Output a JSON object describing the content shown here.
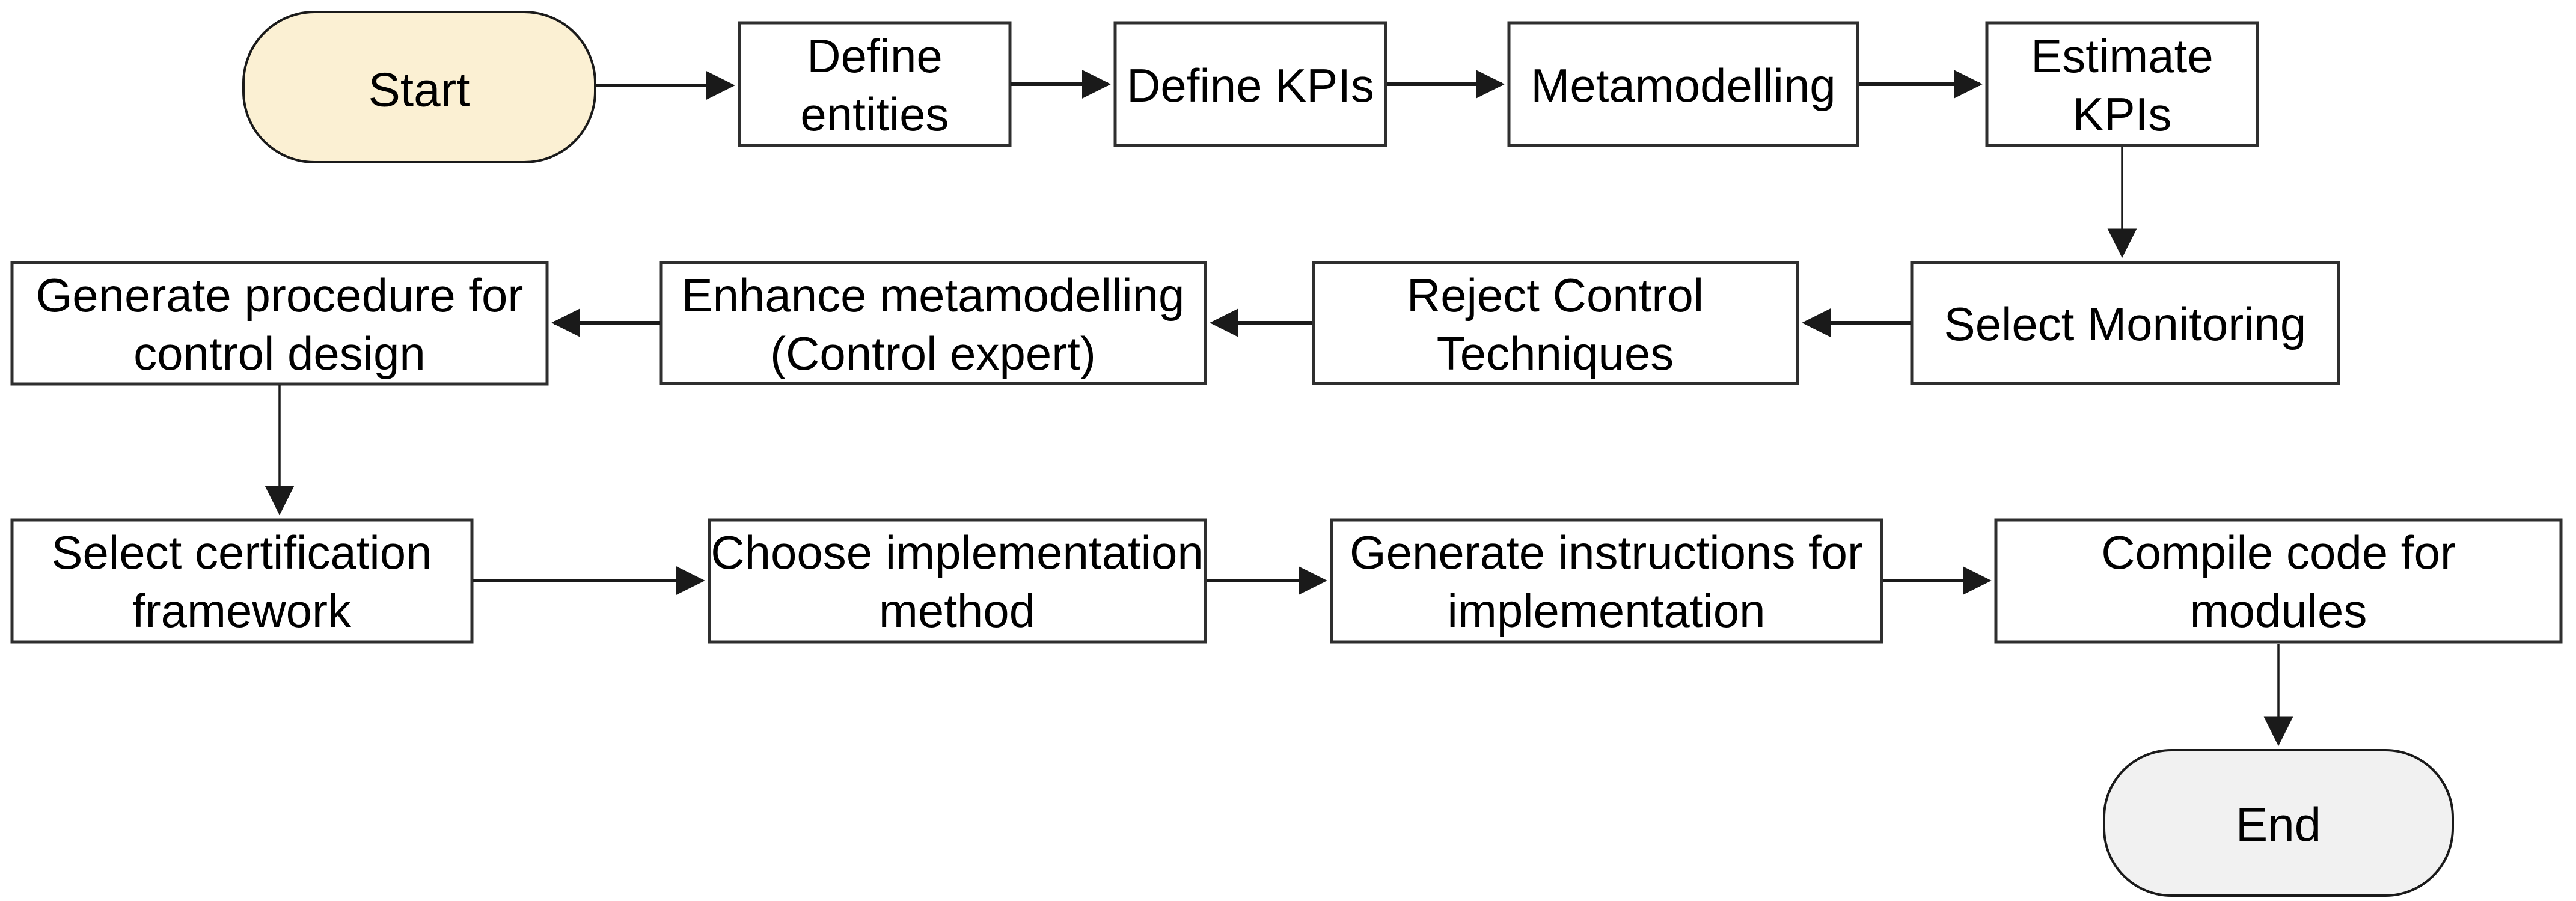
{
  "diagram": {
    "type": "flowchart",
    "background": "#ffffff",
    "colors": {
      "process_fill": "#ffffff",
      "process_border": "#2f2f2f",
      "start_fill": "#FBF0D3",
      "end_fill": "#F1F1F1",
      "terminator_border": "#1a1a1a",
      "arrow": "#1a1a1a",
      "text": "#000000"
    },
    "nodes": {
      "start": {
        "label": "Start",
        "shape": "terminator"
      },
      "define_entities": {
        "line1": "Define",
        "line2": "entities",
        "shape": "process"
      },
      "define_kpis": {
        "line1": "Define KPIs",
        "shape": "process"
      },
      "metamodelling": {
        "line1": "Metamodelling",
        "shape": "process"
      },
      "estimate_kpis": {
        "line1": "Estimate",
        "line2": "KPIs",
        "shape": "process"
      },
      "select_monitoring": {
        "line1": "Select Monitoring",
        "shape": "process"
      },
      "reject_control_techniques": {
        "line1": "Reject Control",
        "line2": "Techniques",
        "shape": "process"
      },
      "enhance_metamodelling": {
        "line1": "Enhance metamodelling",
        "line2": "(Control expert)",
        "shape": "process"
      },
      "generate_procedure": {
        "line1": "Generate procedure for",
        "line2": "control design",
        "shape": "process"
      },
      "select_certification": {
        "line1": "Select certification",
        "line2": "framework",
        "shape": "process"
      },
      "choose_implementation": {
        "line1": "Choose implementation",
        "line2": "method",
        "shape": "process"
      },
      "generate_instructions": {
        "line1": "Generate instructions for",
        "line2": "implementation",
        "shape": "process"
      },
      "compile_code": {
        "line1": "Compile code for",
        "line2": "modules",
        "shape": "process"
      },
      "end": {
        "label": "End",
        "shape": "terminator"
      }
    },
    "flow": [
      "start > define_entities > define_kpis > metamodelling > estimate_kpis",
      "estimate_kpis v select_monitoring",
      "select_monitoring > reject_control_techniques > enhance_metamodelling > generate_procedure",
      "generate_procedure v select_certification",
      "select_certification > choose_implementation > generate_instructions > compile_code",
      "compile_code v end"
    ]
  }
}
